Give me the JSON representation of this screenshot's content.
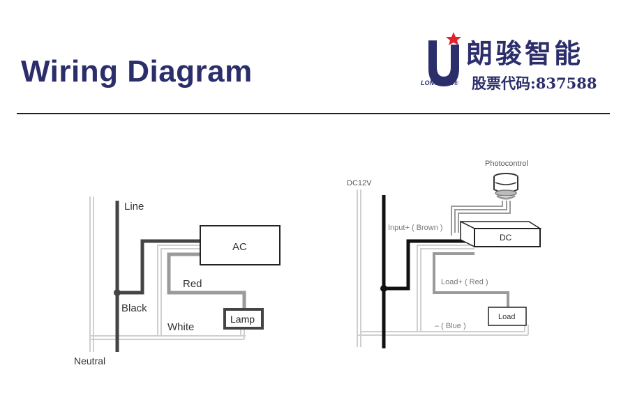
{
  "header": {
    "title": "Wiring Diagram",
    "brand_cn": "朗骏智能",
    "brand_en": "LONGJOIN",
    "registered_mark": "®",
    "stock_label": "股票代码:",
    "stock_code": "837588"
  },
  "ac_diagram": {
    "line": "Line",
    "ac": "AC",
    "red": "Red",
    "black": "Black",
    "lamp": "Lamp",
    "white": "White",
    "neutral": "Neutral"
  },
  "dc_diagram": {
    "dc12v": "DC12V",
    "photocontrol": "Photocontrol",
    "input_plus": "Input+ ( Brown )",
    "dc": "DC",
    "load_plus": "Load+ ( Red )",
    "load": "Load",
    "minus_blue": "– ( Blue )"
  },
  "colors": {
    "brand_navy": "#2b2e6b",
    "brand_red": "#e0242c",
    "wire_dark": "#444444",
    "wire_gray": "#9a9a9a",
    "wire_light": "#cfcfcf"
  }
}
